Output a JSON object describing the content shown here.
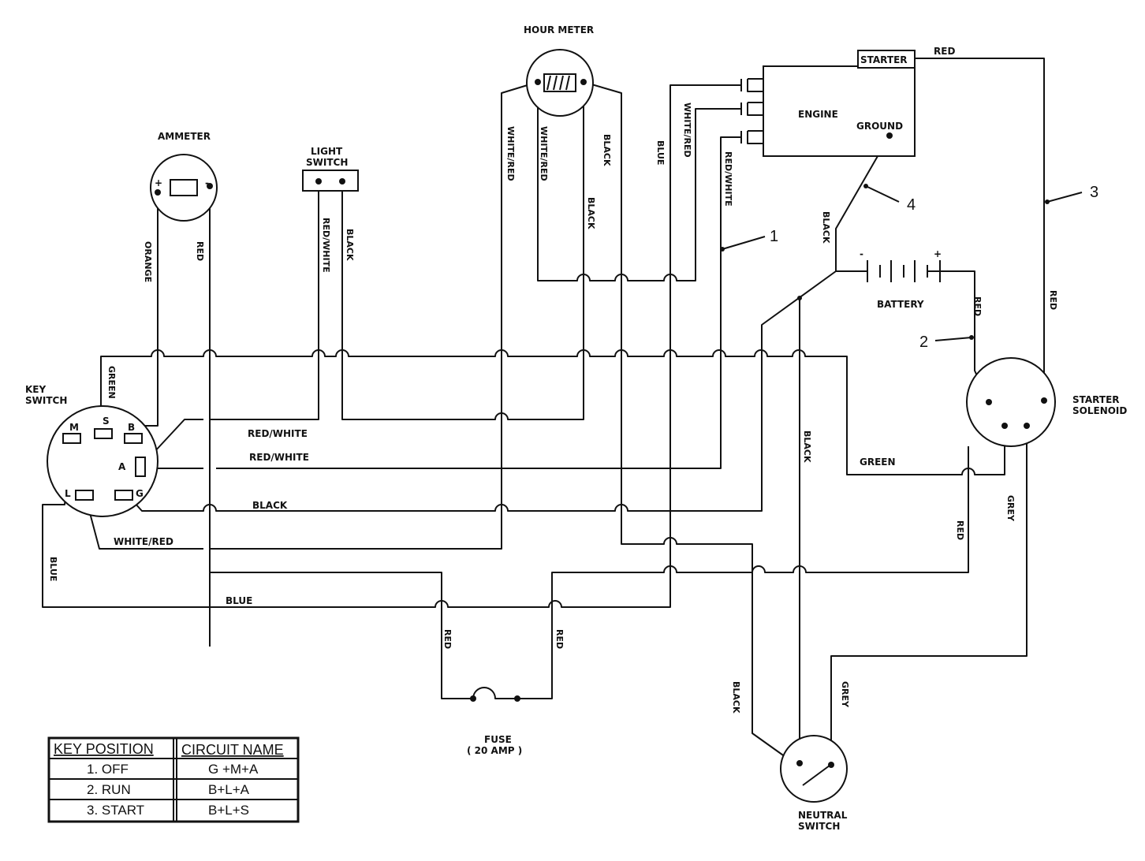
{
  "components": {
    "hour_meter": "HOUR METER",
    "ammeter": "AMMETER",
    "light_switch_1": "LIGHT",
    "light_switch_2": "SWITCH",
    "engine": "ENGINE",
    "ground": "GROUND",
    "starter": "STARTER",
    "battery": "BATTERY",
    "key_switch_1": "KEY",
    "key_switch_2": "SWITCH",
    "starter_solenoid_1": "STARTER",
    "starter_solenoid_2": "SOLENOID",
    "fuse_1": "FUSE",
    "fuse_2": "( 20 AMP )",
    "neutral_switch_1": "NEUTRAL",
    "neutral_switch_2": "SWITCH"
  },
  "terminals": {
    "plus": "+",
    "minus": "-",
    "S": "S",
    "B": "B",
    "M": "M",
    "A": "A",
    "L": "L",
    "G": "G"
  },
  "wire_labels": {
    "orange": "ORANGE",
    "red_ammeter": "RED",
    "red_white_light": "RED/WHITE",
    "black_light": "BLACK",
    "white_red_hm1": "WHITE/RED",
    "white_red_hm2": "WHITE/RED",
    "black_hm1": "BLACK",
    "black_hm2": "BLACK",
    "blue_engine": "BLUE",
    "white_red_engine": "WHITE/RED",
    "red_white_engine": "RED/WHITE",
    "black_battery": "BLACK",
    "red_starter_top": "RED",
    "red_starter_right": "RED",
    "red_battery": "RED",
    "green_key": "GREEN",
    "red_white_h1": "RED/WHITE",
    "red_white_h2": "RED/WHITE",
    "black_h": "BLACK",
    "white_red_h": "WHITE/RED",
    "blue_v": "BLUE",
    "blue_h": "BLUE",
    "black_center": "BLACK",
    "green_sol": "GREEN",
    "red_sol": "RED",
    "grey_sol": "GREY",
    "red_fuse_left": "RED",
    "red_fuse_right": "RED",
    "black_neutral": "BLACK",
    "grey_neutral": "GREY"
  },
  "callouts": [
    "1",
    "2",
    "3",
    "4"
  ],
  "key_table": {
    "headers": [
      "KEY POSITION",
      "CIRCUIT NAME"
    ],
    "rows": [
      [
        "1. OFF",
        "G +M+A"
      ],
      [
        "2. RUN",
        "B+L+A"
      ],
      [
        "3. START",
        "B+L+S"
      ]
    ]
  }
}
